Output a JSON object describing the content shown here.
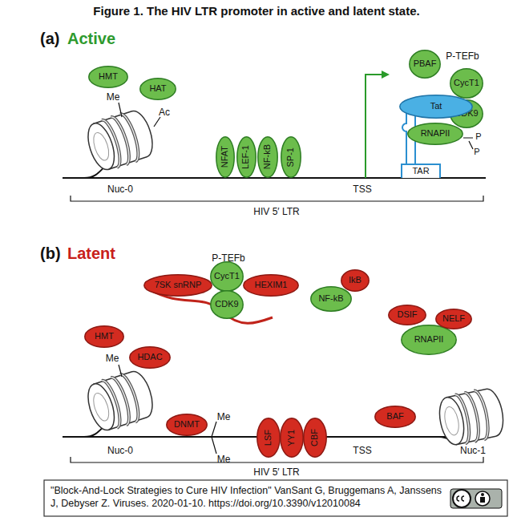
{
  "diagram": {
    "title": "Figure 1. The HIV LTR promoter in active and latent state.",
    "caption": "\"Block-And-Lock Strategies to Cure HIV Infection\" VanSant G, Bruggemans A, Janssens J, Debyser Z. Viruses. 2020-01-10. https://doi.org/10.3390/v12010084",
    "nodes": [
      {
        "text": [
          "HMT"
        ]
      },
      {
        "text": [
          "HAT"
        ]
      },
      {
        "text": [
          "NFAT"
        ]
      },
      {
        "text": [
          "LEF-1"
        ]
      },
      {
        "text": [
          "NF-kB"
        ]
      },
      {
        "text": [
          "SP-1"
        ]
      },
      {
        "text": [
          "PBAF"
        ]
      },
      {
        "text": [
          "CycT1"
        ]
      },
      {
        "text": [
          "Tat"
        ]
      },
      {
        "text": [
          "CDK9"
        ]
      },
      {
        "text": [
          "RNAPII"
        ]
      },
      {
        "text": [
          "TAR"
        ]
      },
      {
        "text": [
          "7SK snRNP"
        ]
      },
      {
        "text": [
          "CycT1"
        ]
      },
      {
        "text": [
          "HEXIM1"
        ]
      },
      {
        "text": [
          "CDK9"
        ]
      },
      {
        "text": [
          "NF-kB"
        ]
      },
      {
        "text": [
          "IkB"
        ]
      },
      {
        "text": [
          "DSIF"
        ]
      },
      {
        "text": [
          "NELF"
        ]
      },
      {
        "text": [
          "RNAPII"
        ]
      },
      {
        "text": [
          "HMT"
        ]
      },
      {
        "text": [
          "HDAC"
        ]
      },
      {
        "text": [
          "DNMT"
        ]
      },
      {
        "text": [
          "LSF"
        ]
      },
      {
        "text": [
          "YY1"
        ]
      },
      {
        "text": [
          "CBF"
        ]
      },
      {
        "text": [
          "BAF"
        ]
      }
    ],
    "labels": [
      "(a)",
      "Active",
      "Me",
      "Ac",
      "Nuc-0",
      "TSS",
      "P-TEFb",
      "P",
      "P",
      "HIV 5′ LTR",
      "(b)",
      "Latent",
      "P-TEFb",
      "Me",
      "Me",
      "Me",
      "Nuc-0",
      "TSS",
      "Nuc-1",
      "HIV 5′ LTR"
    ]
  }
}
